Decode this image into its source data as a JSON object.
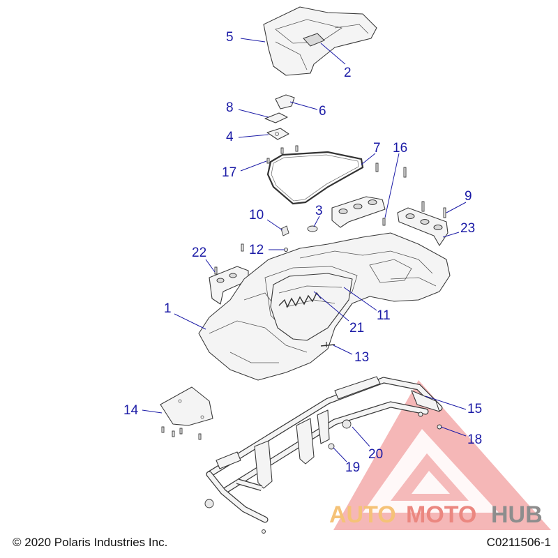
{
  "callouts": [
    {
      "id": "1",
      "label": "1"
    },
    {
      "id": "2",
      "label": "2"
    },
    {
      "id": "3",
      "label": "3"
    },
    {
      "id": "4",
      "label": "4"
    },
    {
      "id": "5",
      "label": "5"
    },
    {
      "id": "6",
      "label": "6"
    },
    {
      "id": "7",
      "label": "7"
    },
    {
      "id": "8",
      "label": "8"
    },
    {
      "id": "9",
      "label": "9"
    },
    {
      "id": "10",
      "label": "10"
    },
    {
      "id": "11",
      "label": "11"
    },
    {
      "id": "12",
      "label": "12"
    },
    {
      "id": "13",
      "label": "13"
    },
    {
      "id": "14",
      "label": "14"
    },
    {
      "id": "15",
      "label": "15"
    },
    {
      "id": "16",
      "label": "16"
    },
    {
      "id": "17",
      "label": "17"
    },
    {
      "id": "18",
      "label": "18"
    },
    {
      "id": "19",
      "label": "19"
    },
    {
      "id": "20",
      "label": "20"
    },
    {
      "id": "21",
      "label": "21"
    },
    {
      "id": "22",
      "label": "22"
    },
    {
      "id": "23",
      "label": "23"
    }
  ],
  "watermark": {
    "text_auto": "AUTO",
    "text_moto": "MOTO",
    "text_hub": "HUB",
    "color_auto": "#f4b860",
    "color_moto": "#e8736a",
    "color_hub": "#7a7a7a",
    "triangle_color": "#ef8f8f"
  },
  "footer": {
    "copyright": "© 2020 Polaris Industries Inc.",
    "drawing_code": "C0211506-1"
  },
  "colors": {
    "callout": "#1a1aa6",
    "line_art": "#3a3a3a"
  }
}
